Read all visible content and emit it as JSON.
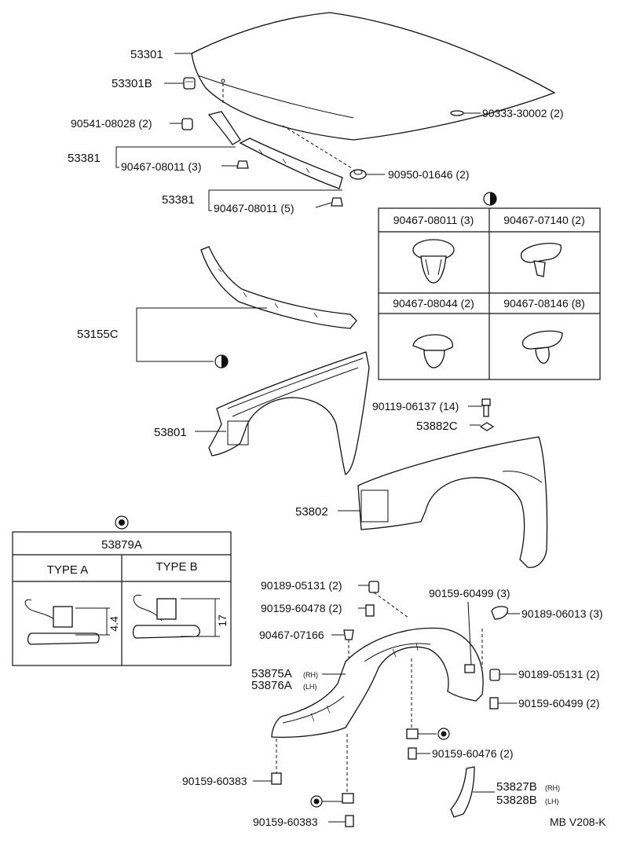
{
  "parts": {
    "hood": "53301",
    "hood_cushion": "53301B",
    "cushion_nut": "90541-08028 (2)",
    "hood_hole_plug": "90333-30002 (2)",
    "seal_upper_group": "53381",
    "seal_upper_clip": "90467-08011 (3)",
    "hood_grommet": "90950-01646 (2)",
    "seal_lower_group": "53381",
    "seal_lower_clip": "90467-08011 (5)",
    "radiator_support": "53155C",
    "fender_lh": "53801",
    "fender_rh": "53802",
    "fender_bolt": "90119-06137 (14)",
    "fender_bracket": "53882C",
    "liner_bolt_top": "90189-05131 (2)",
    "liner_screw_a": "90159-60478 (2)",
    "liner_clip": "90467-07166",
    "liner_rh": "53875A",
    "liner_rh_side": "(RH)",
    "liner_lh": "53876A",
    "liner_lh_side": "(LH)",
    "liner_screw_b": "90159-60499 (3)",
    "liner_nut_c": "90189-06013 (3)",
    "liner_bolt_right": "90189-05131 (2)",
    "liner_screw_right": "90159-60499 (2)",
    "liner_screw_bottom": "90159-60476 (2)",
    "liner_screw_left": "90159-60383",
    "liner_screw_lowest": "90159-60383",
    "mudguard_rh": "53827B",
    "mudguard_rh_side": "(RH)",
    "mudguard_lh": "53828B",
    "mudguard_lh_side": "(LH)"
  },
  "clip_table": {
    "cells": [
      "90467-08011 (3)",
      "90467-07140 (2)",
      "90467-08044 (2)",
      "90467-08146 (8)"
    ]
  },
  "type_box": {
    "title": "53879A",
    "type_a": "TYPE A",
    "type_b": "TYPE B",
    "dim_a": "4.4",
    "dim_b": "17"
  },
  "footer": {
    "code": "MB V208-K"
  }
}
